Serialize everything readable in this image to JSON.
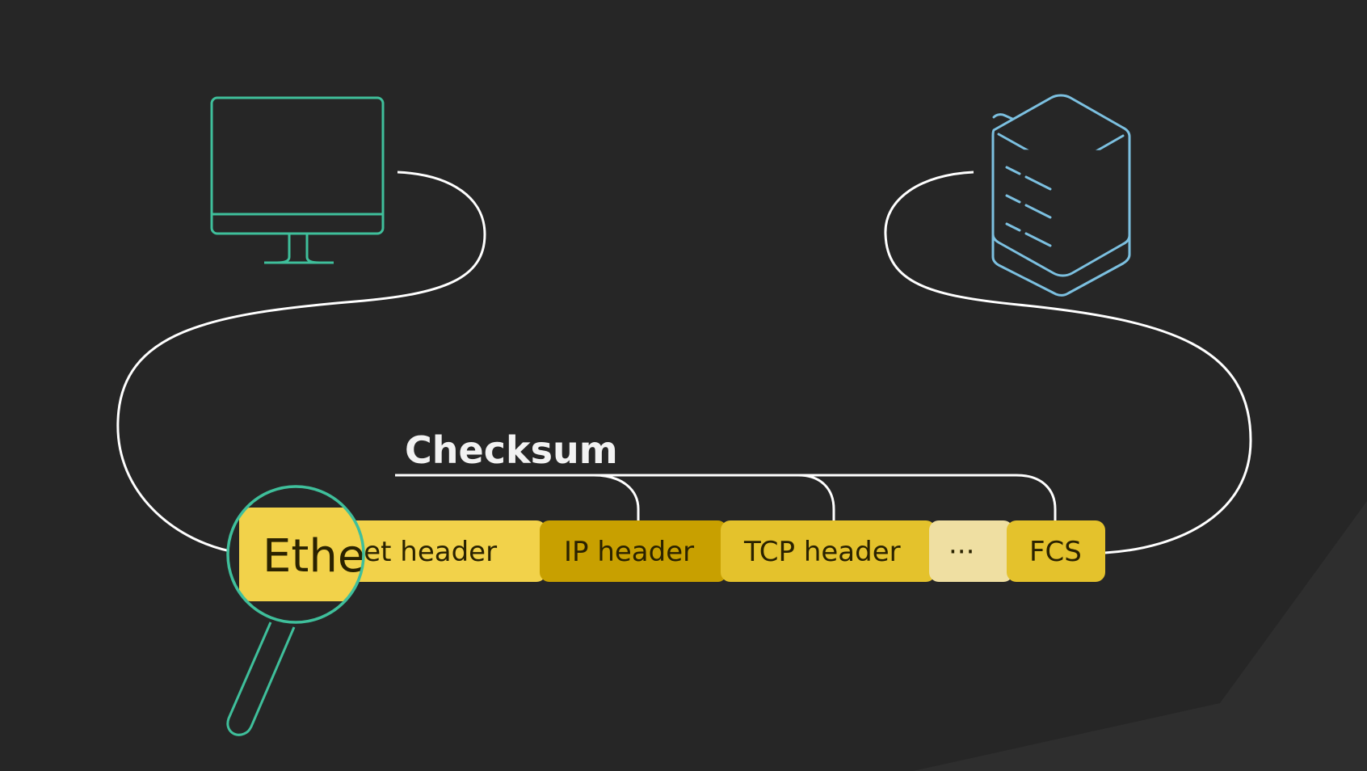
{
  "checksum_label": "Checksum",
  "packet": {
    "segments": [
      {
        "key": "ethernet",
        "label": "Ethernet header",
        "fill": "#f2d24a"
      },
      {
        "key": "ip",
        "label": "IP header",
        "fill": "#c8a000"
      },
      {
        "key": "tcp",
        "label": "TCP header",
        "fill": "#e4c22c"
      },
      {
        "key": "ellipsis",
        "label": "···",
        "fill": "#efdfa2"
      },
      {
        "key": "fcs",
        "label": "FCS",
        "fill": "#e4c22c"
      }
    ]
  },
  "magnifier": {
    "text": "Ethe",
    "ring_color": "#3fbf9b"
  },
  "icons": {
    "client": "monitor-icon",
    "server": "server-stack-icon"
  },
  "colors": {
    "background": "#262626",
    "cable": "#ffffff",
    "monitor": "#3fbf9b",
    "server": "#7cc0e0"
  }
}
